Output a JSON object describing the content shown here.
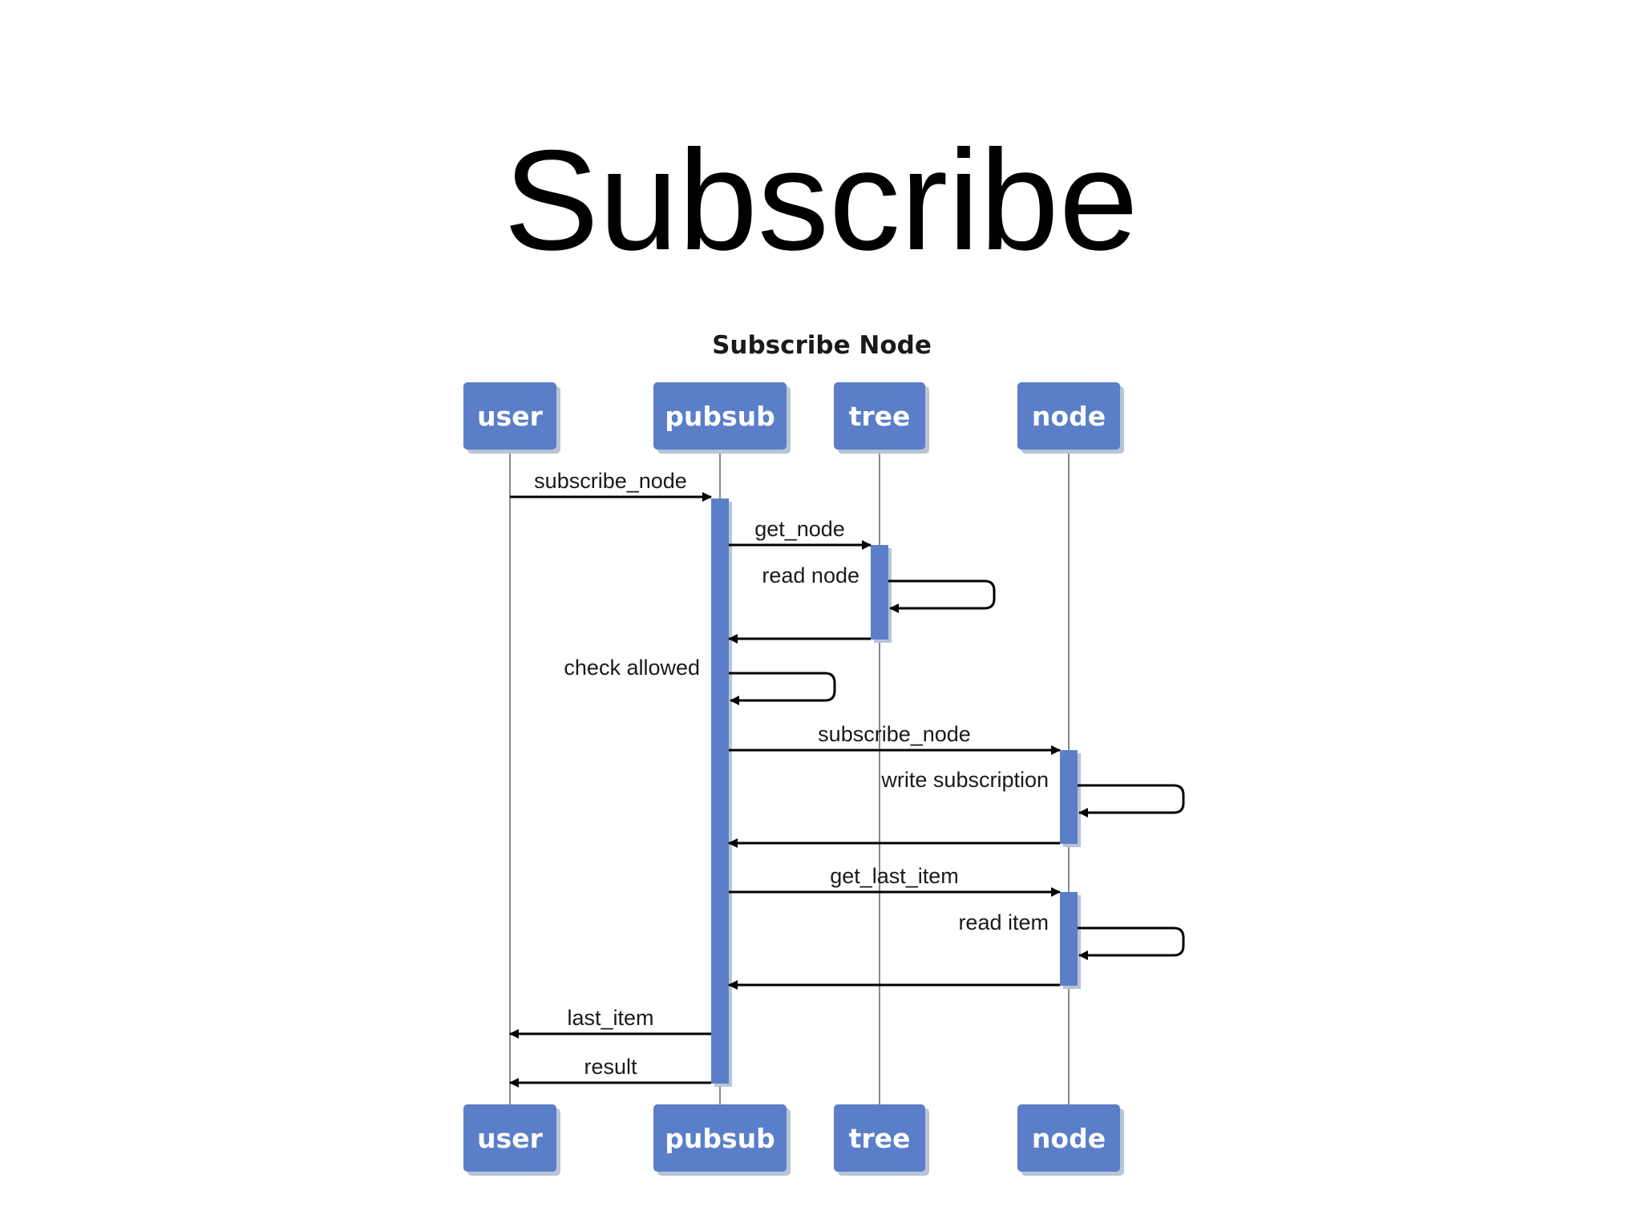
{
  "slide": {
    "title": "Subscribe"
  },
  "diagram": {
    "title": "Subscribe Node",
    "participants": [
      {
        "id": "user",
        "label": "user"
      },
      {
        "id": "pubsub",
        "label": "pubsub"
      },
      {
        "id": "tree",
        "label": "tree"
      },
      {
        "id": "node",
        "label": "node"
      }
    ],
    "messages": [
      {
        "from": "user",
        "to": "pubsub",
        "label": "subscribe_node",
        "kind": "call"
      },
      {
        "from": "pubsub",
        "to": "tree",
        "label": "get_node",
        "kind": "call"
      },
      {
        "from": "tree",
        "to": "tree",
        "label": "read node",
        "kind": "self"
      },
      {
        "from": "tree",
        "to": "pubsub",
        "label": "",
        "kind": "return"
      },
      {
        "from": "pubsub",
        "to": "pubsub",
        "label": "check allowed",
        "kind": "self"
      },
      {
        "from": "pubsub",
        "to": "node",
        "label": "subscribe_node",
        "kind": "call"
      },
      {
        "from": "node",
        "to": "node",
        "label": "write subscription",
        "kind": "self"
      },
      {
        "from": "node",
        "to": "pubsub",
        "label": "",
        "kind": "return"
      },
      {
        "from": "pubsub",
        "to": "node",
        "label": "get_last_item",
        "kind": "call"
      },
      {
        "from": "node",
        "to": "node",
        "label": "read item",
        "kind": "self"
      },
      {
        "from": "node",
        "to": "pubsub",
        "label": "",
        "kind": "return"
      },
      {
        "from": "pubsub",
        "to": "user",
        "label": "last_item",
        "kind": "return"
      },
      {
        "from": "pubsub",
        "to": "user",
        "label": "result",
        "kind": "return"
      }
    ],
    "colors": {
      "actor_fill": "#5a7fc8",
      "actor_shadow": "#b9c4d6",
      "activation_fill": "#5a7fc8",
      "lifeline": "#8a8a8a",
      "arrow": "#000000"
    }
  }
}
